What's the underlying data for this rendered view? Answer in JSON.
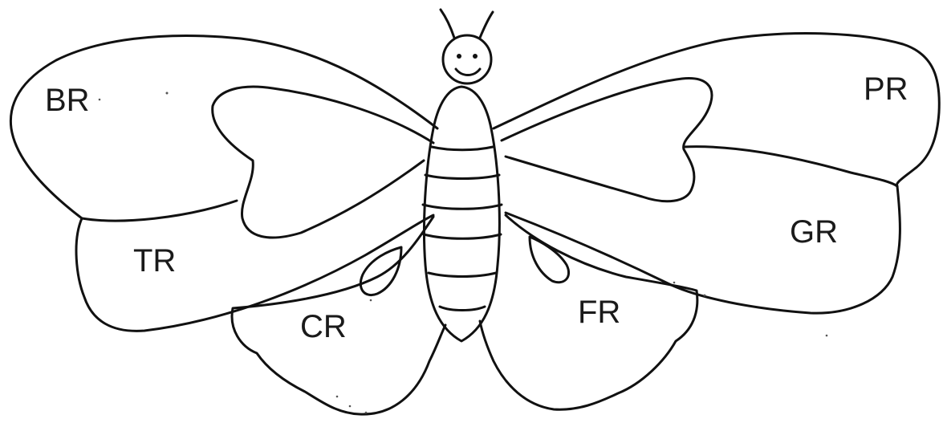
{
  "diagram": {
    "regions": [
      {
        "id": "br",
        "label": "BR"
      },
      {
        "id": "pr",
        "label": "PR"
      },
      {
        "id": "tr",
        "label": "TR"
      },
      {
        "id": "gr",
        "label": "GR"
      },
      {
        "id": "cr",
        "label": "CR"
      },
      {
        "id": "fr",
        "label": "FR"
      }
    ]
  },
  "colors": {
    "outline": "#111111",
    "background": "#ffffff"
  }
}
